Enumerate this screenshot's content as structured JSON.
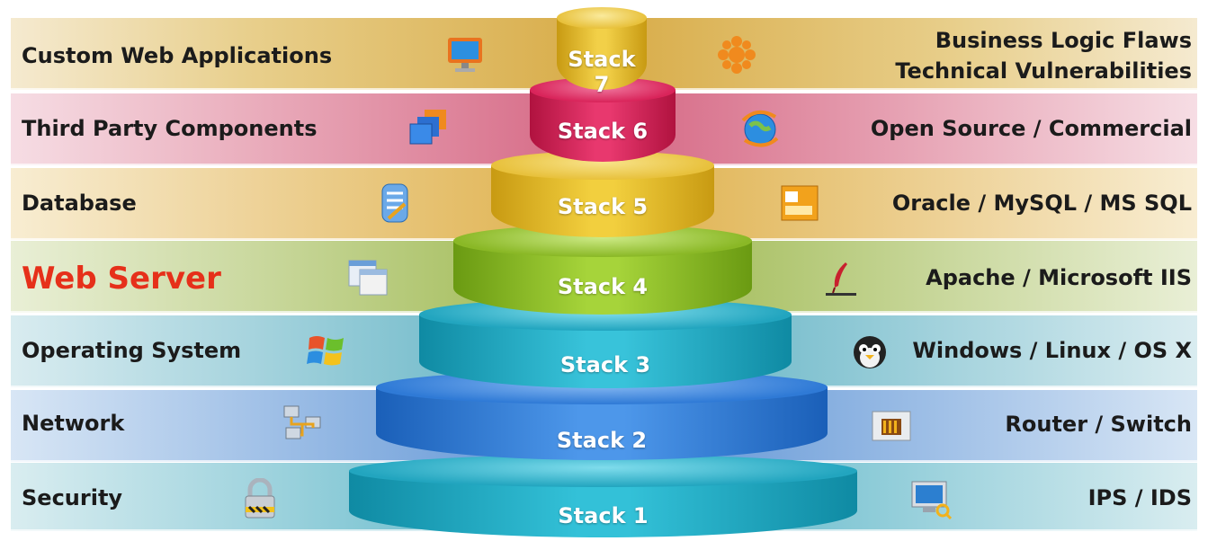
{
  "layers": [
    {
      "stack": "Stack 7",
      "left": "Custom Web Applications",
      "right": [
        "Business Logic Flaws",
        "Technical Vulnerabilities"
      ],
      "left_icon": "monitor-icon",
      "right_icon": "starburst-bug-icon",
      "color": "#e8c13c"
    },
    {
      "stack": "Stack 6",
      "left": "Third Party Components",
      "right": [
        "Open Source / Commercial"
      ],
      "left_icon": "stacked-windows-icon",
      "right_icon": "globe-arrows-icon",
      "color": "#d9245a"
    },
    {
      "stack": "Stack 5",
      "left": "Database",
      "right": [
        "Oracle / MySQL / MS SQL"
      ],
      "left_icon": "database-document-icon",
      "right_icon": "sql-server-box-icon",
      "color": "#e8c13c"
    },
    {
      "stack": "Stack 4",
      "left": "Web Server",
      "right": [
        "Apache / Microsoft IIS"
      ],
      "left_icon": "browser-windows-icon",
      "right_icon": "apache-feather-icon",
      "color": "#8ab826",
      "highlight": true
    },
    {
      "stack": "Stack 3",
      "left": "Operating System",
      "right": [
        "Windows / Linux / OS X"
      ],
      "left_icon": "windows-logo-icon",
      "right_icon": "linux-penguin-icon",
      "color": "#22a5bf"
    },
    {
      "stack": "Stack 2",
      "left": "Network",
      "right": [
        "Router / Switch"
      ],
      "left_icon": "network-computers-icon",
      "right_icon": "router-device-icon",
      "color": "#2f7ad6"
    },
    {
      "stack": "Stack 1",
      "left": "Security",
      "right": [
        "IPS / IDS"
      ],
      "left_icon": "padlock-icon",
      "right_icon": "monitoring-computer-icon",
      "color": "#22a5bf"
    }
  ]
}
